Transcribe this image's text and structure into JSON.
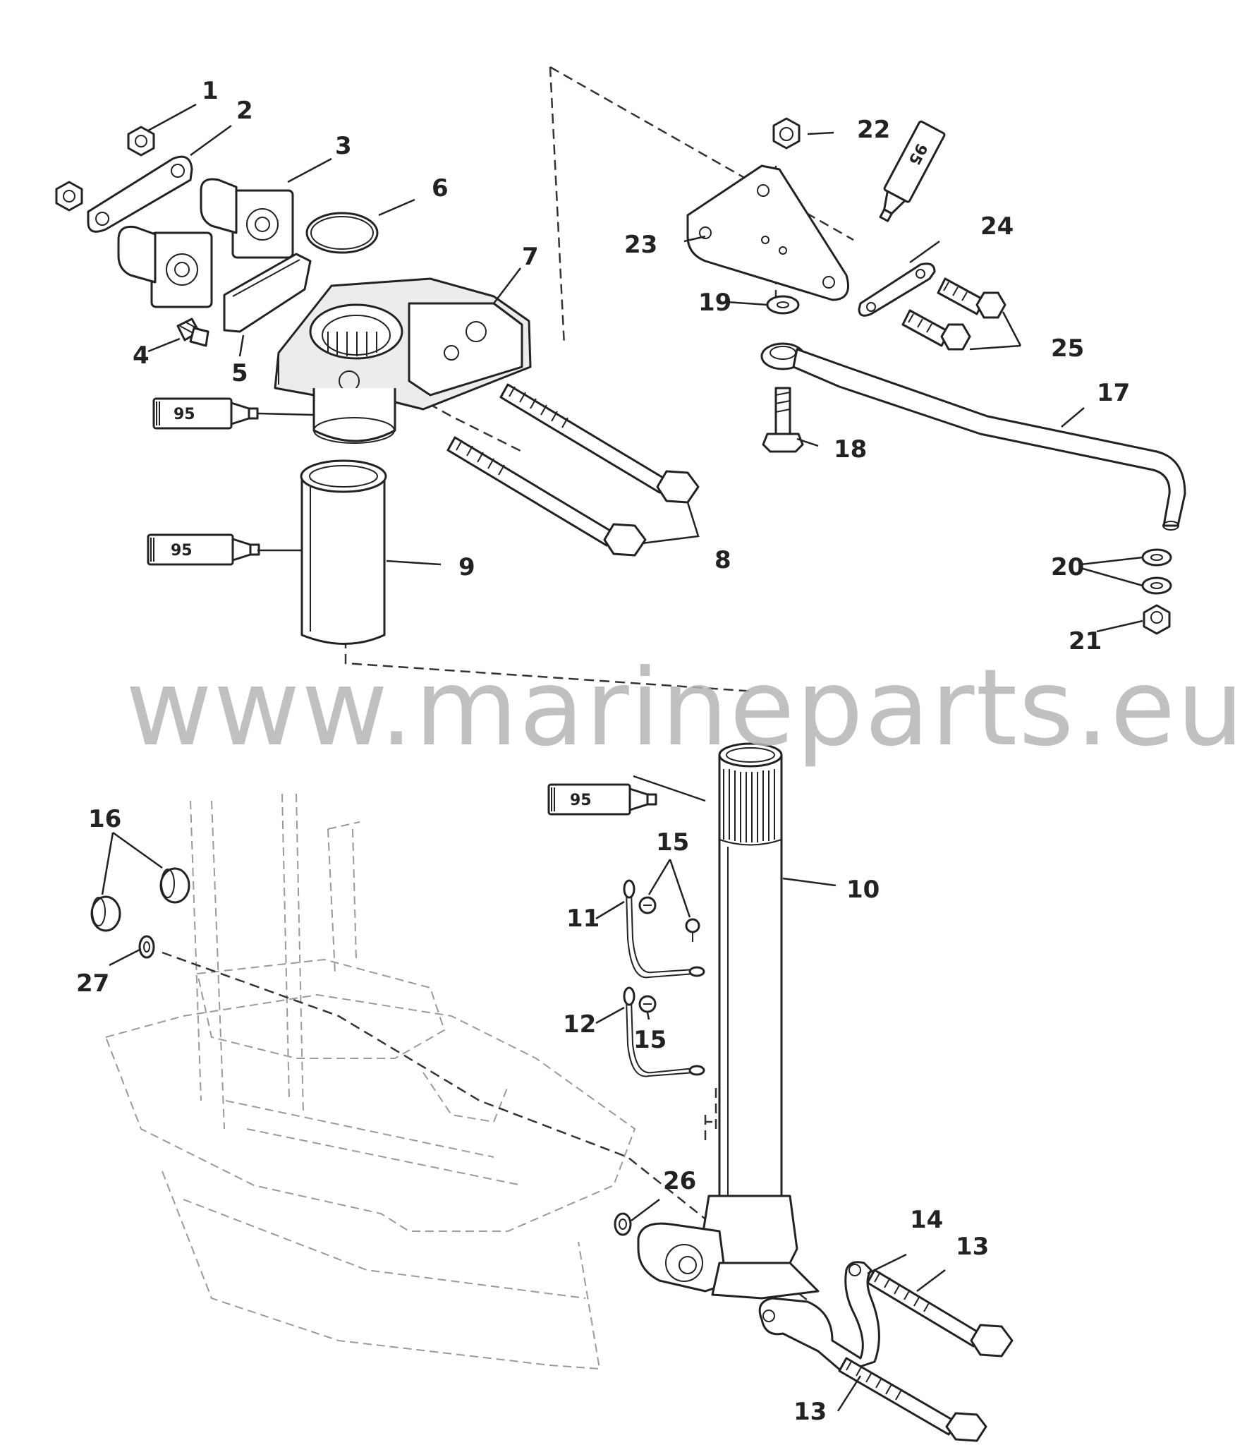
{
  "watermark": "www.marineparts.eu",
  "callouts": [
    {
      "id": "c1",
      "label": "1"
    },
    {
      "id": "c2",
      "label": "2"
    },
    {
      "id": "c3",
      "label": "3"
    },
    {
      "id": "c4",
      "label": "4"
    },
    {
      "id": "c5",
      "label": "5"
    },
    {
      "id": "c6",
      "label": "6"
    },
    {
      "id": "c7",
      "label": "7"
    },
    {
      "id": "c8",
      "label": "8"
    },
    {
      "id": "c9",
      "label": "9"
    },
    {
      "id": "c10",
      "label": "10"
    },
    {
      "id": "c11",
      "label": "11"
    },
    {
      "id": "c12",
      "label": "12"
    },
    {
      "id": "c13a",
      "label": "13"
    },
    {
      "id": "c13b",
      "label": "13"
    },
    {
      "id": "c14",
      "label": "14"
    },
    {
      "id": "c15a",
      "label": "15"
    },
    {
      "id": "c15b",
      "label": "15"
    },
    {
      "id": "c16",
      "label": "16"
    },
    {
      "id": "c17",
      "label": "17"
    },
    {
      "id": "c18",
      "label": "18"
    },
    {
      "id": "c19",
      "label": "19"
    },
    {
      "id": "c20",
      "label": "20"
    },
    {
      "id": "c21",
      "label": "21"
    },
    {
      "id": "c22",
      "label": "22"
    },
    {
      "id": "c23",
      "label": "23"
    },
    {
      "id": "c24",
      "label": "24"
    },
    {
      "id": "c25",
      "label": "25"
    },
    {
      "id": "c26",
      "label": "26"
    },
    {
      "id": "c27",
      "label": "27"
    }
  ],
  "lubricant_tubes": [
    {
      "id": "t1",
      "label": "95"
    },
    {
      "id": "t2",
      "label": "95"
    },
    {
      "id": "t3",
      "label": "95"
    },
    {
      "id": "t4",
      "label": "95"
    }
  ]
}
